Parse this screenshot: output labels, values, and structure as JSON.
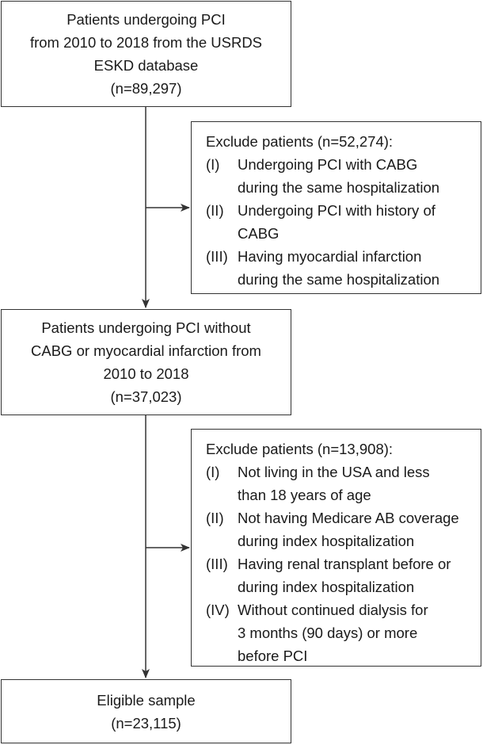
{
  "box1": {
    "lines": [
      "Patients undergoing PCI",
      "from 2010 to 2018 from the USRDS",
      "ESKD database",
      "(n=89,297)"
    ]
  },
  "exclusion1": {
    "title": "Exclude patients (n=52,274):",
    "items": [
      {
        "num": "(I)",
        "lines": [
          "Undergoing PCI with CABG",
          "during the same hospitalization"
        ]
      },
      {
        "num": "(II)",
        "lines": [
          "Undergoing PCI with history of",
          "CABG"
        ]
      },
      {
        "num": "(III)",
        "lines": [
          "Having myocardial infarction",
          "during the same hospitalization"
        ]
      }
    ]
  },
  "box2": {
    "lines": [
      "Patients undergoing PCI without",
      "CABG or myocardial infarction from",
      "2010 to 2018",
      "(n=37,023)"
    ]
  },
  "exclusion2": {
    "title": "Exclude patients (n=13,908):",
    "items": [
      {
        "num": "(I)",
        "lines": [
          "Not living in the USA and less",
          "than 18 years of age"
        ]
      },
      {
        "num": "(II)",
        "lines": [
          "Not having Medicare AB coverage",
          "during index hospitalization"
        ]
      },
      {
        "num": "(III)",
        "lines": [
          "Having renal transplant before or",
          "during index hospitalization"
        ]
      },
      {
        "num": "(IV)",
        "lines": [
          "Without continued dialysis for",
          "3 months (90 days) or more",
          "before PCI"
        ]
      }
    ]
  },
  "box3": {
    "lines": [
      "Eligible sample",
      "(n=23,115)"
    ]
  },
  "colors": {
    "line": "#333333",
    "text": "#1a1a1a",
    "background": "#ffffff"
  }
}
